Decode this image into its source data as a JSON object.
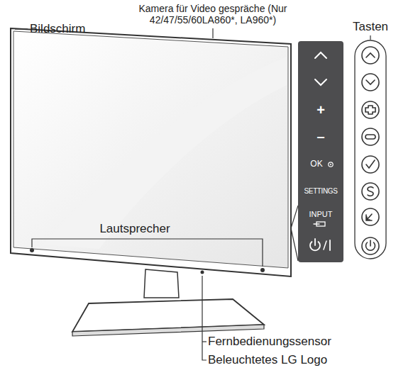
{
  "diagram": {
    "labels": [
      "Kamera für Video gespräche (Nur 42/47/55/60LA860*, LA960*)",
      "Bildschirm",
      "Tasten",
      "+",
      "–",
      "OK",
      "SETTINGS",
      "INPUT",
      "Lautsprecher",
      "Fernbedienungssensor",
      "Beleuchtetes LG Logo"
    ]
  }
}
